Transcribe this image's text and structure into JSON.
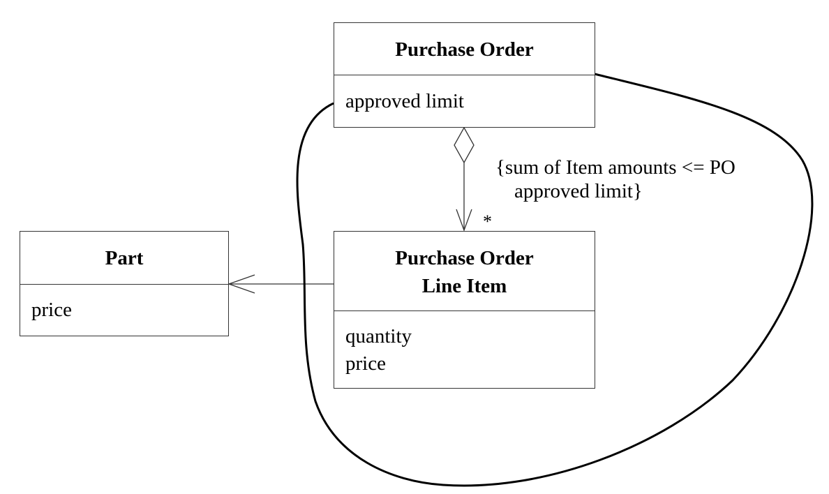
{
  "classes": {
    "purchase_order": {
      "name": "Purchase Order",
      "attributes": [
        "approved limit"
      ]
    },
    "line_item": {
      "name_lines": [
        "Purchase Order",
        "Line Item"
      ],
      "attributes": [
        "quantity",
        "price"
      ]
    },
    "part": {
      "name": "Part",
      "attributes": [
        "price"
      ]
    }
  },
  "constraint": {
    "lines": [
      "{sum of Item amounts <= PO",
      "approved limit}"
    ]
  },
  "multiplicity": "*"
}
